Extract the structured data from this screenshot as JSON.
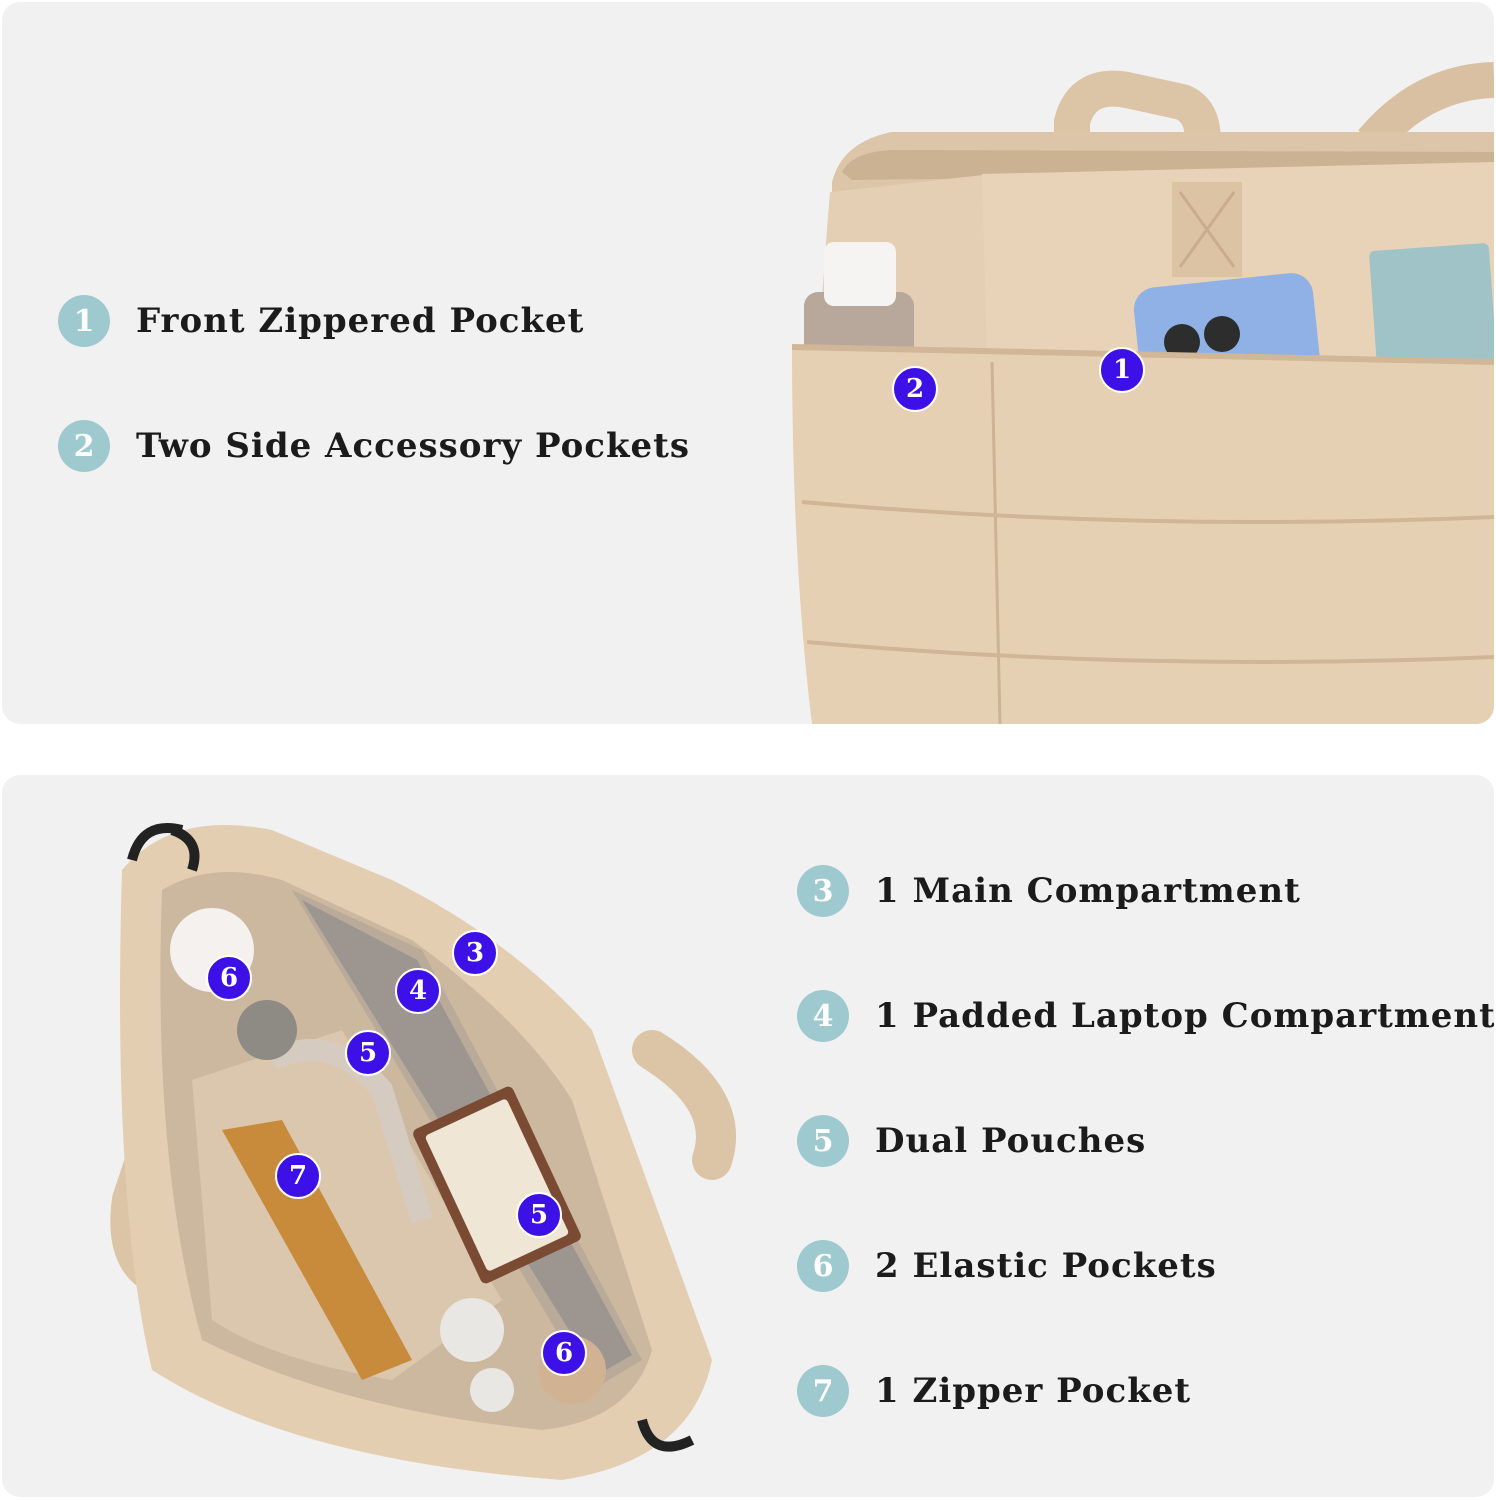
{
  "top_panel": {
    "features": [
      {
        "number": "1",
        "label": "Front Zippered Pocket"
      },
      {
        "number": "2",
        "label": "Two Side Accessory Pockets"
      }
    ],
    "photo_markers": [
      "1",
      "2"
    ]
  },
  "bottom_panel": {
    "features": [
      {
        "number": "3",
        "label": "1 Main Compartment"
      },
      {
        "number": "4",
        "label": "1 Padded Laptop Compartment"
      },
      {
        "number": "5",
        "label": "Dual Pouches"
      },
      {
        "number": "6",
        "label": "2 Elastic Pockets"
      },
      {
        "number": "7",
        "label": "1 Zipper Pocket"
      }
    ],
    "photo_markers": [
      "3",
      "4",
      "5",
      "5",
      "6",
      "6",
      "7"
    ]
  },
  "colors": {
    "panel_background": "#f2f1f2",
    "number_circle": "#9ec9cf",
    "marker": "#3d10e8",
    "bag_fabric": "#e3cdb2",
    "label_text": "#1b1b1b"
  }
}
